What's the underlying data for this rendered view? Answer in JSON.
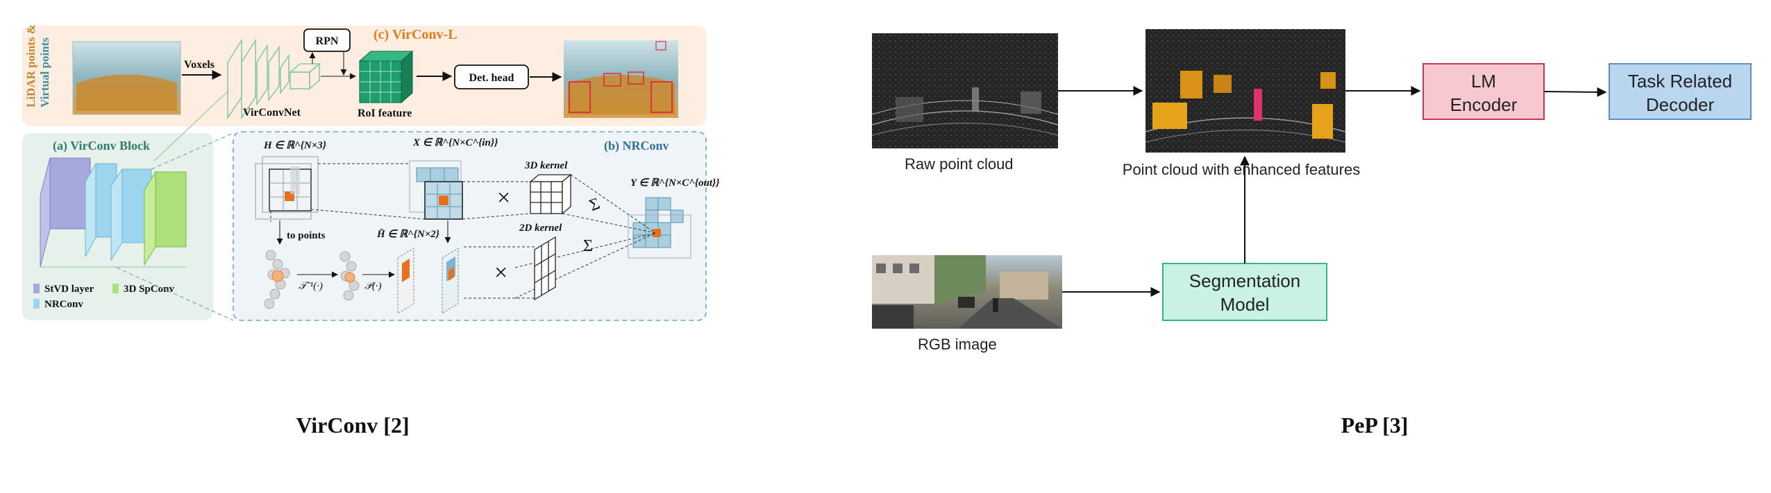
{
  "virconv": {
    "title": "(c) VirConv-L",
    "side_label_1": "LiDAR points &",
    "side_label_2": "Virtual points",
    "voxels": "Voxels",
    "rpn": "RPN",
    "virconvnet": "VirConvNet",
    "roi_feature": "RoI feature",
    "det_head": "Det. head",
    "block_title": "(a) VirConv Block",
    "legend_stvd": "StVD layer",
    "legend_spconv": "3D SpConv",
    "legend_nrconv": "NRConv",
    "nrconv_title": "(b) NRConv",
    "h_label": "H ∈ ℝ^{N×3}",
    "x_label": "X ∈ ℝ^{N×C^{in}}",
    "y_label": "Y ∈ ℝ^{N×C^{out}}",
    "hbar_label": "H̄ ∈ ℝ^{N×2}",
    "kernel3d": "3D kernel",
    "kernel2d": "2D kernel",
    "to_points": "to points",
    "t_inv": "𝒯⁻¹(·)",
    "p_op": "𝒫(·)",
    "times": "×",
    "sigma": "Σ",
    "caption": "VirConv [2]"
  },
  "pep": {
    "raw_label": "Raw point cloud",
    "enhanced_label": "Point cloud with enhanced features",
    "rgb_label": "RGB image",
    "seg_model_1": "Segmentation",
    "seg_model_2": "Model",
    "lm_encoder_1": "LM",
    "lm_encoder_2": "Encoder",
    "task_decoder_1": "Task Related",
    "task_decoder_2": "Decoder",
    "caption": "PeP [3]"
  },
  "colors": {
    "orange_panel": "#fdeee1",
    "green_panel": "#e5f1ea",
    "blue_panel": "#eef4f8",
    "lm_box": "#f8c8d0",
    "lm_border": "#c8364f",
    "task_box": "#b9d6ef",
    "task_border": "#5b8fc6",
    "seg_box": "#c9f2e2",
    "seg_border": "#33b58d",
    "roi_green": "#1e9e6d",
    "orange_title": "#e07b1f",
    "teal_title": "#2f7c78"
  }
}
